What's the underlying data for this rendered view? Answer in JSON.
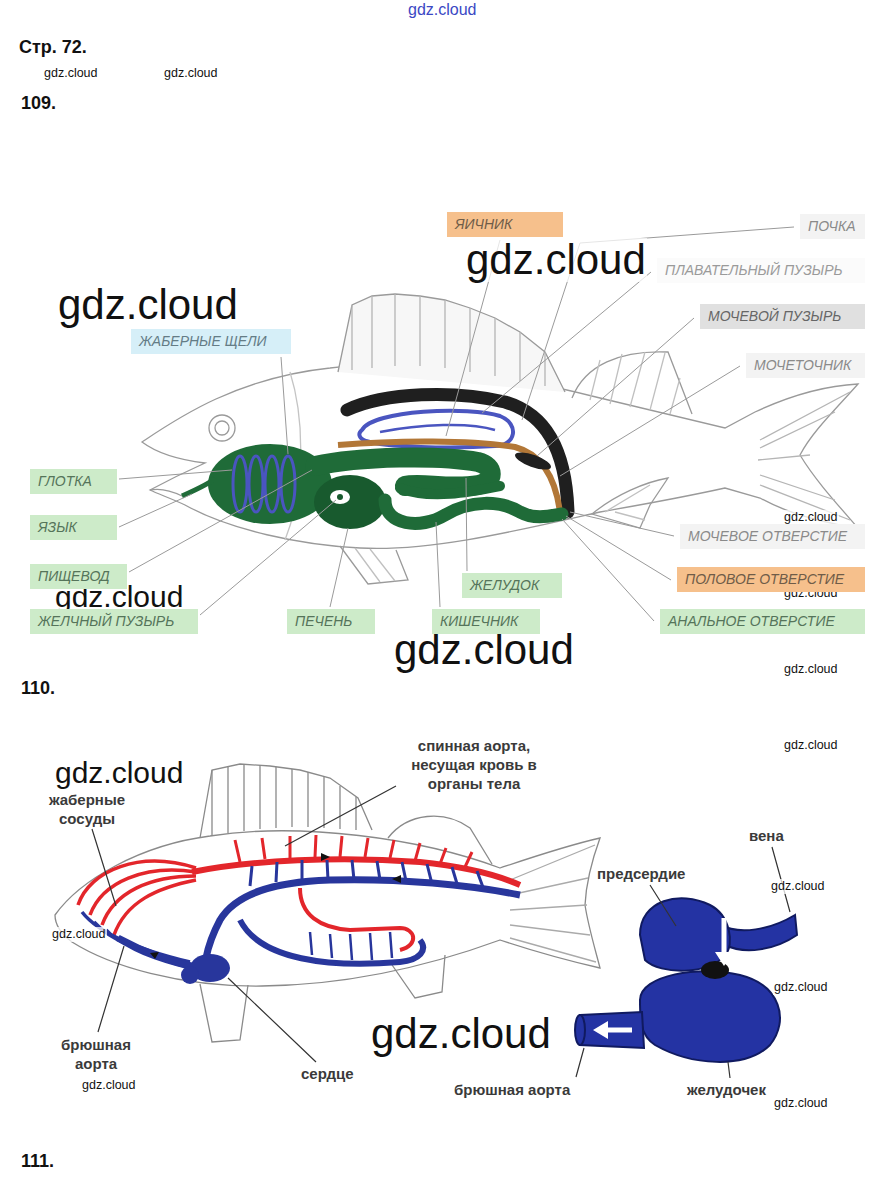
{
  "diagram": {
    "nodes": [
      {
        "text": [
          "ЯИЧНИК"
        ]
      },
      {
        "text": [
          "ПОЧКА"
        ]
      },
      {
        "text": [
          "ПЛАВАТЕЛЬНЫЙ ПУЗЫРЬ"
        ]
      },
      {
        "text": [
          "ЖАБЕРНЫЕ ЩЕЛИ"
        ]
      },
      {
        "text": [
          "МОЧЕВОЙ ПУЗЫРЬ"
        ]
      },
      {
        "text": [
          "МОЧЕТОЧНИК"
        ]
      },
      {
        "text": [
          "ГЛОТКА"
        ]
      },
      {
        "text": [
          "ЯЗЫК"
        ]
      },
      {
        "text": [
          "МОЧЕВОЕ ОТВЕРСТИЕ"
        ]
      },
      {
        "text": [
          "ПИЩЕВОД"
        ]
      },
      {
        "text": [
          "ЖЕЛУДОК"
        ]
      },
      {
        "text": [
          "ПОЛОВОЕ ОТВЕРСТИЕ"
        ]
      },
      {
        "text": [
          "ЖЕЛЧНЫЙ ПУЗЫРЬ"
        ]
      },
      {
        "text": [
          "ПЕЧЕНЬ"
        ]
      },
      {
        "text": [
          "КИШЕЧНИК"
        ]
      },
      {
        "text": [
          "АНАЛЬНОЕ ОТВЕРСТИЕ"
        ]
      }
    ],
    "labels": [
      "gdz.cloud",
      "Стр. 72.",
      "gdz.cloud",
      "gdz.cloud",
      "109.",
      "gdz.cloud",
      "gdz.cloud",
      "gdz.cloud",
      "gdz.cloud",
      "gdz.cloud",
      "gdz.cloud",
      "gdz.cloud",
      "110.",
      "спинная аорта, несущая кровь в органы тела",
      "gdz.cloud",
      "gdz.cloud",
      "жаберные сосуды",
      "вена",
      "предсердие",
      "gdz.cloud",
      "gdz.cloud",
      "gdz.cloud",
      "gdz.cloud",
      "брюшная аорта",
      "сердце",
      "gdz.cloud",
      "брюшная аорта",
      "желудочек",
      "gdz.cloud",
      "111."
    ]
  }
}
